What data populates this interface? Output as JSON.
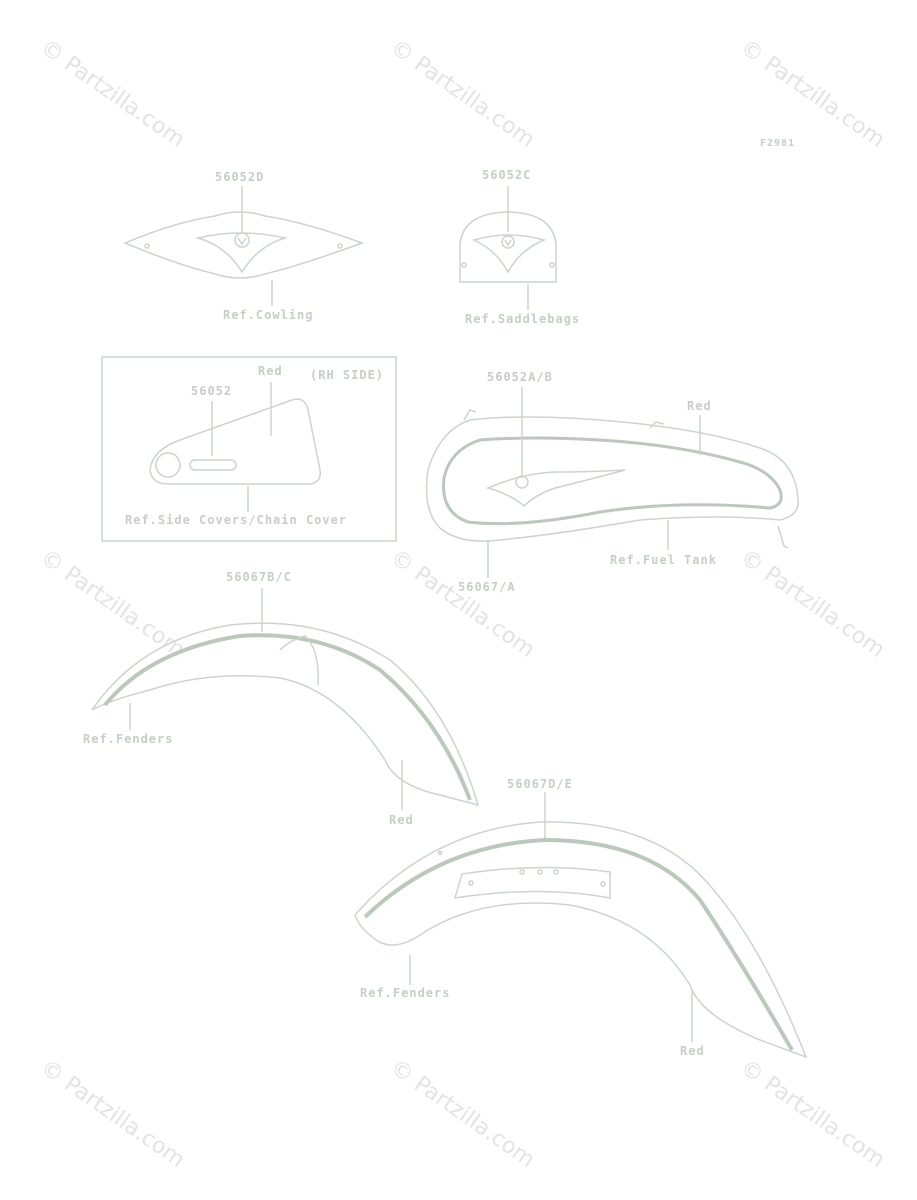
{
  "figure_id": "F2981",
  "watermark": "© Partzilla.com",
  "colors": {
    "line": "#ccd4cc",
    "stripe": "#bcc8bc",
    "bg": "#ffffff",
    "text": "#c5cfc5"
  },
  "parts": {
    "cowling_part": "56052D",
    "cowling_ref": "Ref.Cowling",
    "saddlebag_part": "56052C",
    "saddlebag_ref": "Ref.Saddlebags",
    "side_cover_part": "56052",
    "side_cover_color": "Red",
    "side_cover_side": "(RH SIDE)",
    "side_cover_ref": "Ref.Side Covers/Chain Cover",
    "tank_part": "56052A/B",
    "tank_color": "Red",
    "tank_ref": "Ref.Fuel Tank",
    "tank_stripe_part": "56067/A",
    "front_fender_part": "56067B/C",
    "front_fender_ref": "Ref.Fenders",
    "front_fender_color": "Red",
    "rear_fender_part": "56067D/E",
    "rear_fender_ref": "Ref.Fenders",
    "rear_fender_color": "Red"
  }
}
